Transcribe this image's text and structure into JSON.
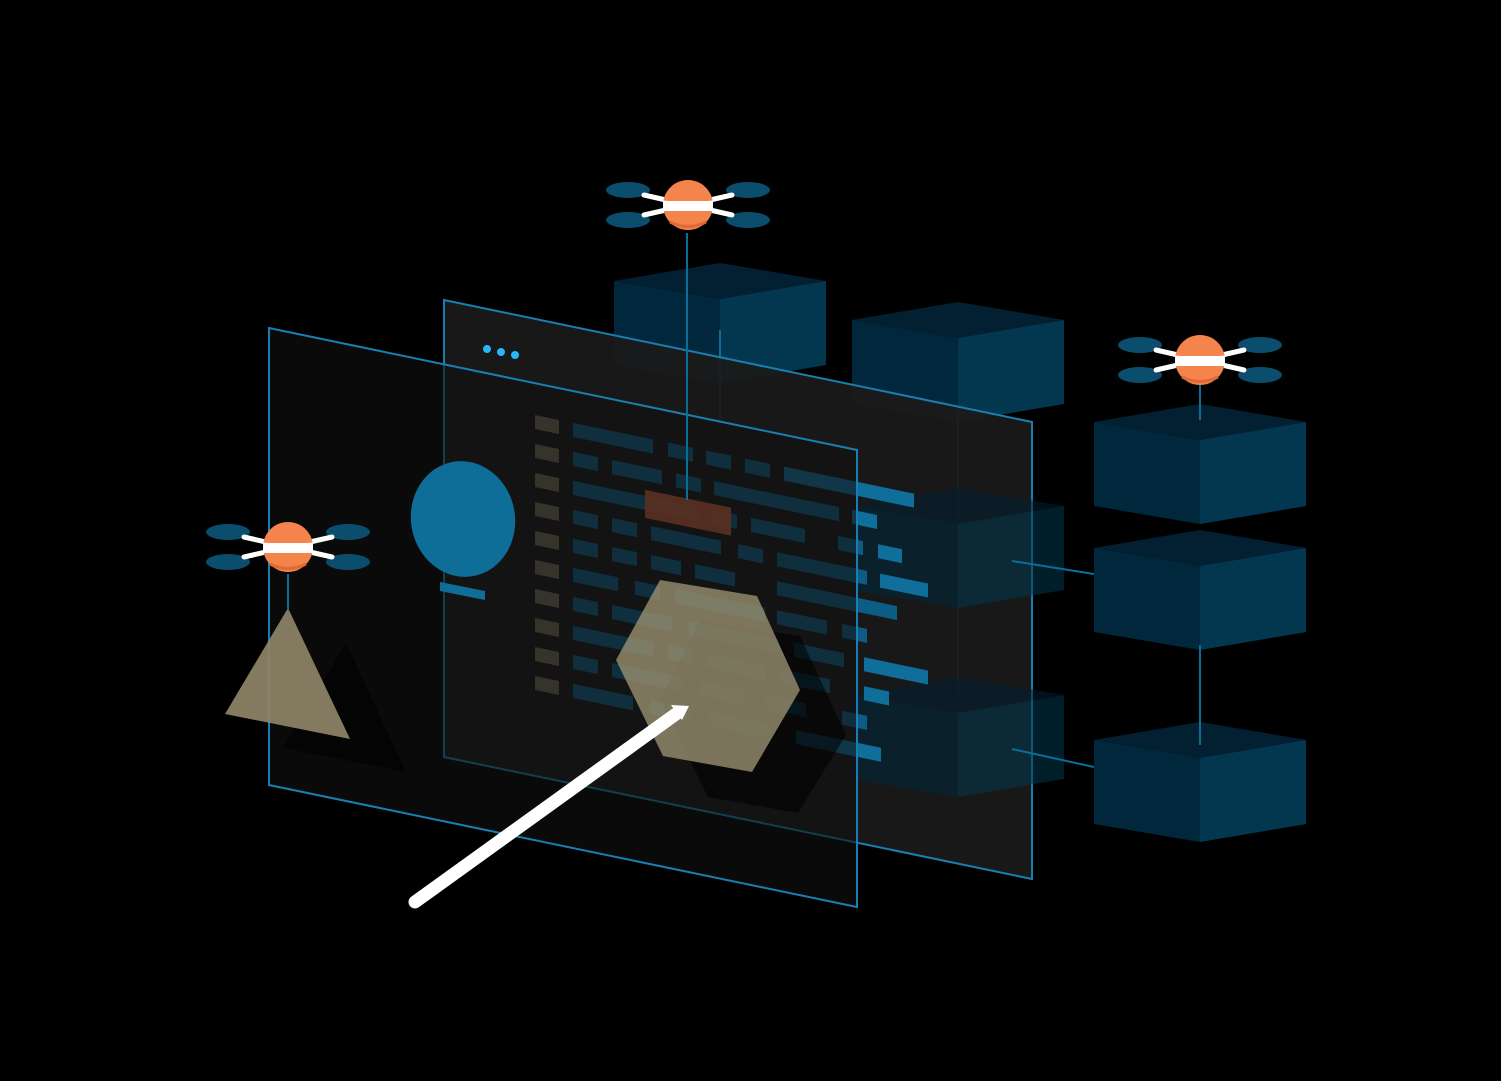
{
  "illustration": {
    "background_color": "#000000",
    "colors": {
      "panel_fill": "#1a1a1a",
      "panel_border": "#1a7fb0",
      "window_dot": "#29b6f6",
      "code_line": "#0d5c86",
      "line_marker": "#6b6650",
      "highlight_block": "#c8603a",
      "circle": "#0f6e97",
      "triangle": "#8f8468",
      "hexagon": "#8f8468",
      "stylus": "#ffffff",
      "cube_front": "#002a3f",
      "cube_side": "#05374f",
      "cube_top": "#022234",
      "drone_body": "#f4844c",
      "drone_band": "#ffffff",
      "drone_rotor": "#0a4d6c"
    },
    "icons": {
      "drone": "drone-icon",
      "stylus": "stylus-icon",
      "cube": "cube-icon",
      "window_dots": "window-controls-icon"
    },
    "counts": {
      "drones": 3,
      "cubes": 7,
      "glass_panels": 2
    }
  }
}
